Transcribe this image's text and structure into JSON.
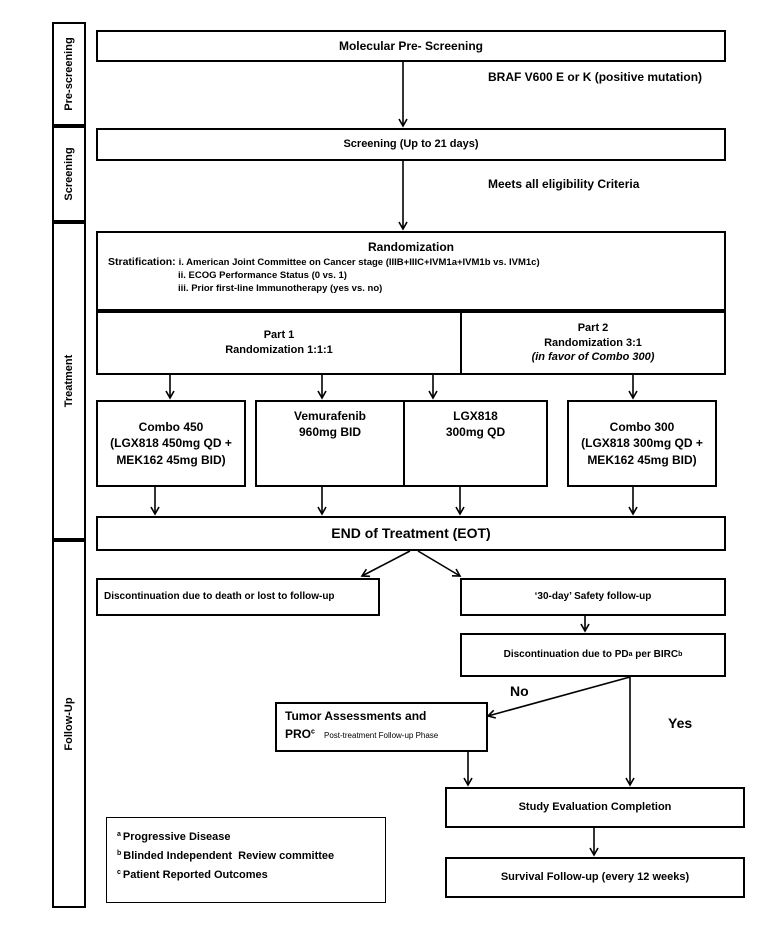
{
  "phases": {
    "prescreening": "Pre-screening",
    "screening": "Screening",
    "treatment": "Treatment",
    "followup": "Follow-Up"
  },
  "molecular": "Molecular Pre- Screening",
  "braf_label": "BRAF V600 E or K (positive mutation)",
  "screening_box": "Screening (Up to 21 days)",
  "eligibility_label": "Meets all eligibility Criteria",
  "randomization": {
    "title": "Randomization",
    "strat_prefix": "Stratification:",
    "line1": "i. American Joint Committee on Cancer stage (IIIB+IIIC+IVM1a+IVM1b vs. IVM1c)",
    "line2": "ii. ECOG Performance Status (0 vs. 1)",
    "line3": "iii. Prior first-line Immunotherapy (yes vs. no)"
  },
  "part1": {
    "title": "Part 1",
    "sub": "Randomization 1:1:1"
  },
  "part2": {
    "title": "Part 2",
    "sub": "Randomization 3:1",
    "note": "(in favor of Combo 300)"
  },
  "arms": {
    "combo450": [
      "Combo 450",
      "(LGX818 450mg QD +",
      "MEK162 45mg BID)"
    ],
    "vemurafenib": [
      "Vemurafenib",
      "960mg BID"
    ],
    "lgx818": [
      "LGX818",
      "300mg QD"
    ],
    "combo300": [
      "Combo 300",
      "(LGX818 300mg QD +",
      "MEK162 45mg BID)"
    ]
  },
  "eot": "END of Treatment (EOT)",
  "discontinuation_death": "Discontinuation due to death or lost to follow-up",
  "safety_followup": "‘30-day’ Safety follow-up",
  "disc_pd": {
    "pre": "Discontinuation due to PD",
    "sup_a": "a",
    "mid": " per BIRC",
    "sup_b": "b"
  },
  "no_label": "No",
  "yes_label": "Yes",
  "tumor": {
    "line1": "Tumor Assessments and",
    "line2": "PRO",
    "sup_c": "c",
    "small": "Post-treatment Follow-up Phase"
  },
  "study_eval": "Study Evaluation Completion",
  "survival": "Survival Follow-up (every 12 weeks)",
  "footnotes": [
    {
      "mark": "a",
      "text": "Progressive Disease"
    },
    {
      "mark": "b",
      "text": "Blinded Independent  Review committee"
    },
    {
      "mark": "c",
      "text": "Patient Reported Outcomes"
    }
  ]
}
